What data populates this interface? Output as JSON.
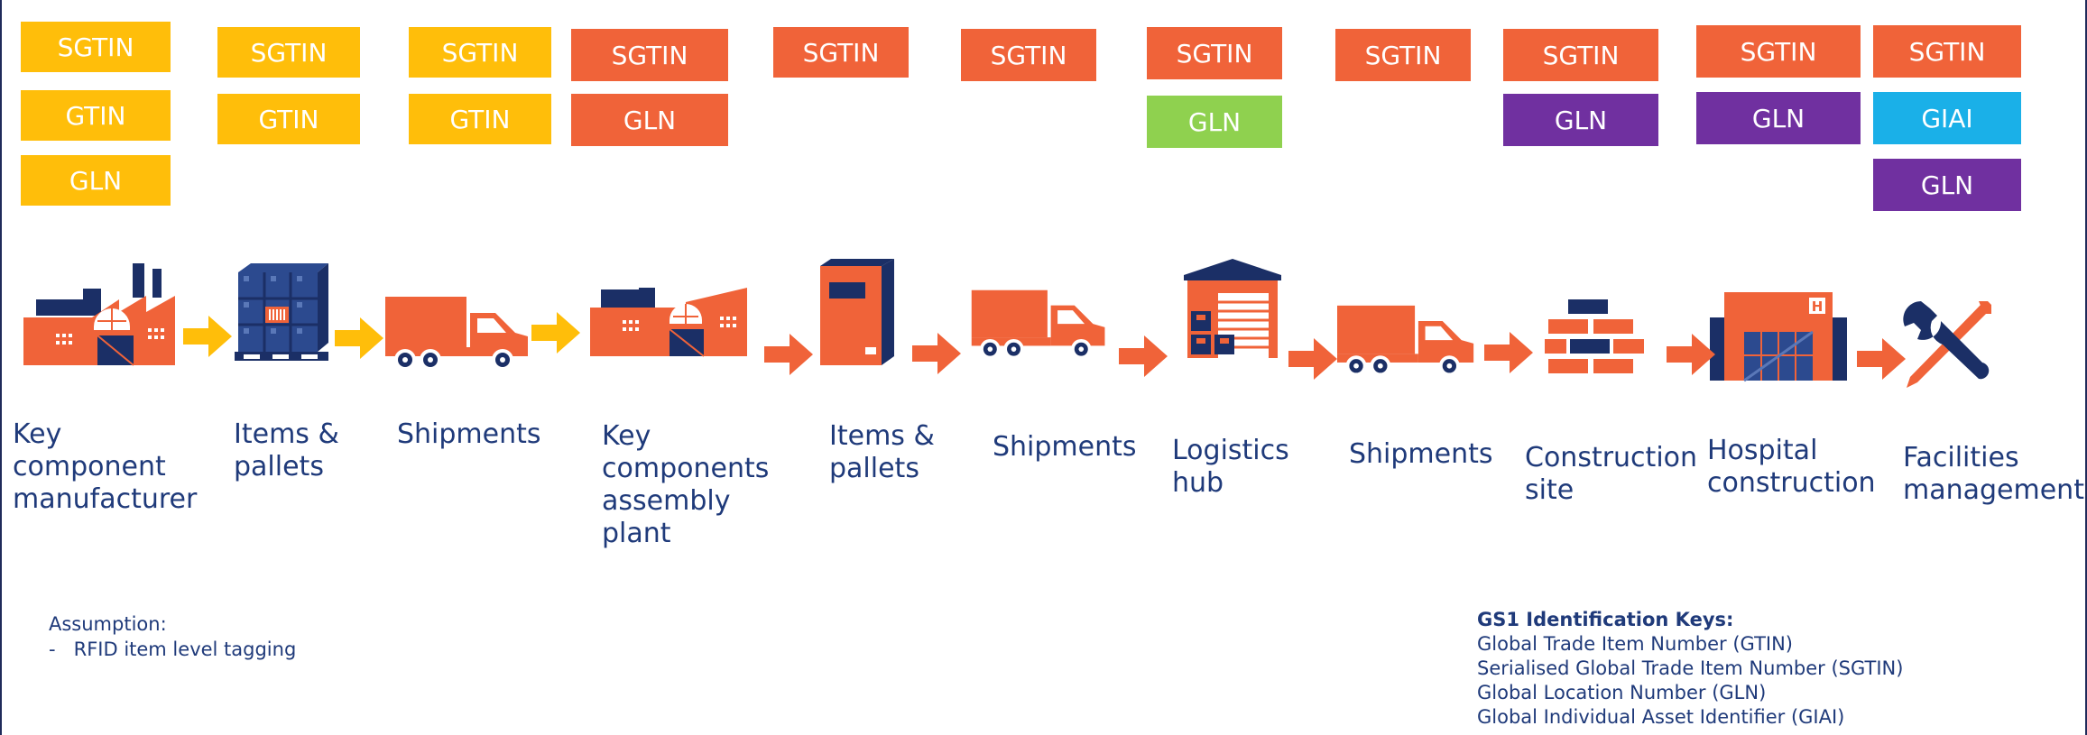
{
  "colors": {
    "yellow": "#ffbe0a",
    "orange": "#f06339",
    "green": "#8fd14f",
    "purple": "#7030a0",
    "cyan": "#1ab0e8",
    "navy": "#1f3a7a",
    "dark_navy": "#1b2f66"
  },
  "stages": [
    {
      "lines": [
        "Key",
        "component",
        "manufacturer"
      ],
      "tags": [
        {
          "text": "SGTIN",
          "color": "yellow"
        },
        {
          "text": "GTIN",
          "color": "yellow"
        },
        {
          "text": "GLN",
          "color": "yellow"
        }
      ]
    },
    {
      "lines": [
        "Items &",
        "pallets"
      ],
      "tags": [
        {
          "text": "SGTIN",
          "color": "yellow"
        },
        {
          "text": "GTIN",
          "color": "yellow"
        }
      ]
    },
    {
      "lines": [
        "Shipments"
      ],
      "tags": [
        {
          "text": "SGTIN",
          "color": "yellow"
        },
        {
          "text": "GTIN",
          "color": "yellow"
        }
      ]
    },
    {
      "lines": [
        "Key",
        "components",
        "assembly",
        "plant"
      ],
      "tags": [
        {
          "text": "SGTIN",
          "color": "orange"
        },
        {
          "text": "GLN",
          "color": "orange"
        }
      ]
    },
    {
      "lines": [
        "Items &",
        "pallets"
      ],
      "tags": [
        {
          "text": "SGTIN",
          "color": "orange"
        }
      ]
    },
    {
      "lines": [
        "Shipments"
      ],
      "tags": [
        {
          "text": "SGTIN",
          "color": "orange"
        }
      ]
    },
    {
      "lines": [
        "Logistics",
        "hub"
      ],
      "tags": [
        {
          "text": "SGTIN",
          "color": "orange"
        },
        {
          "text": "GLN",
          "color": "green"
        }
      ]
    },
    {
      "lines": [
        "Shipments"
      ],
      "tags": [
        {
          "text": "SGTIN",
          "color": "orange"
        }
      ]
    },
    {
      "lines": [
        "Construction",
        "site"
      ],
      "tags": [
        {
          "text": "SGTIN",
          "color": "orange"
        },
        {
          "text": "GLN",
          "color": "purple"
        }
      ]
    },
    {
      "lines": [
        "Hospital",
        "construction"
      ],
      "tags": [
        {
          "text": "SGTIN",
          "color": "orange"
        },
        {
          "text": "GLN",
          "color": "purple"
        }
      ]
    },
    {
      "lines": [
        "Facilities",
        "management"
      ],
      "tags": [
        {
          "text": "SGTIN",
          "color": "orange"
        },
        {
          "text": "GIAI",
          "color": "cyan"
        },
        {
          "text": "GLN",
          "color": "purple"
        }
      ]
    }
  ],
  "assumption": {
    "title": "Assumption:",
    "item": "-   RFID item level tagging"
  },
  "legend": {
    "title": "GS1 Identification Keys:",
    "items": [
      "Global Trade Item Number (GTIN)",
      "Serialised Global Trade Item Number (SGTIN)",
      "Global Location Number (GLN)",
      "Global Individual Asset Identifier (GIAI)"
    ]
  }
}
